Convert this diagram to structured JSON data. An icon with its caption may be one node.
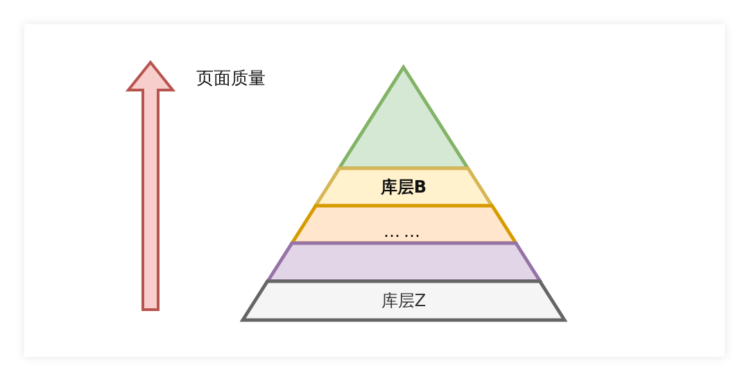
{
  "diagram": {
    "nodes": [
      {
        "text": [],
        "shape": "triangle"
      },
      {
        "text": [
          "库层B"
        ]
      },
      {
        "text": [
          "……"
        ]
      },
      {
        "text": [],
        "shape": "trapezoid"
      },
      {
        "text": [
          "库层Z"
        ]
      }
    ],
    "labels": [
      "页面质量"
    ]
  }
}
